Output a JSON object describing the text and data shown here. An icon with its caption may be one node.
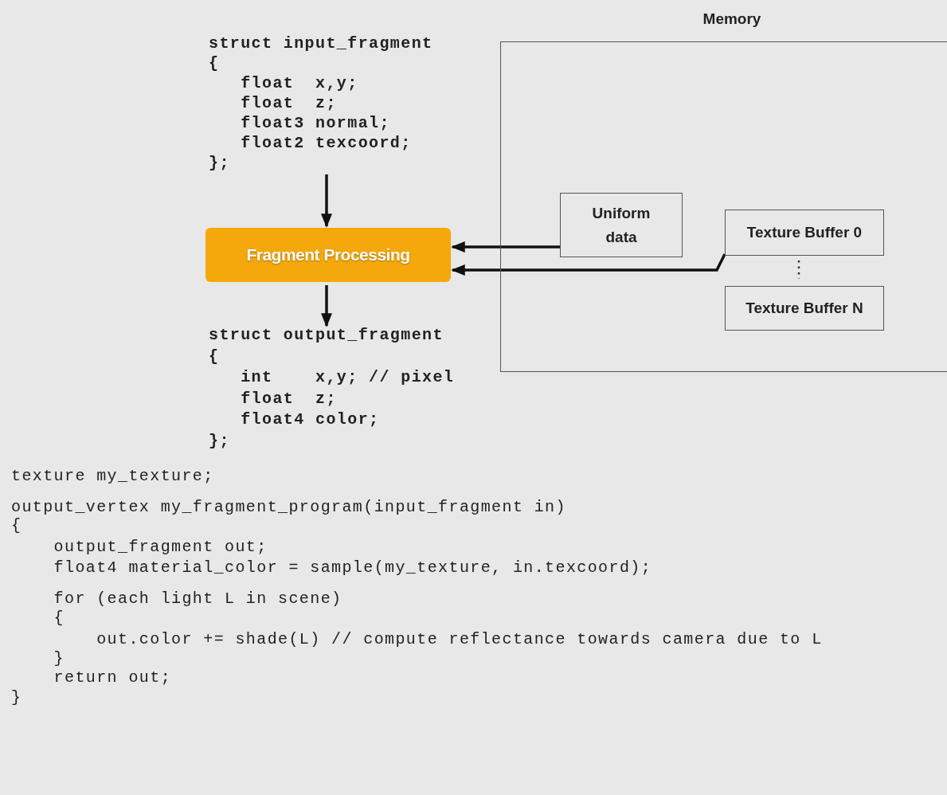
{
  "diagram": {
    "nodes": [
      {
        "text": [
          "struct input_fragment",
          "{",
          "   float  x,y;",
          "   float  z;",
          "   float3 normal;",
          "   float2 texcoord;",
          "};"
        ]
      },
      {
        "text": [
          "Fragment Processing"
        ]
      },
      {
        "text": [
          "struct output_fragment",
          "{",
          "   int    x,y; // pixel",
          "   float  z;",
          "   float4 color;",
          "};"
        ]
      },
      {
        "text": [
          "Memory"
        ]
      },
      {
        "text": [
          "Uniform data"
        ],
        "in": 3
      },
      {
        "text": [
          "Texture Buffer 0"
        ],
        "in": 3
      },
      {
        "text": [
          "Texture Buffer N"
        ],
        "in": 3
      }
    ],
    "edges": [
      {
        "from": 0,
        "to": 1,
        "arrow": "to"
      },
      {
        "from": 1,
        "to": 2,
        "arrow": "to"
      },
      {
        "from": 4,
        "to": 1,
        "arrow": "to"
      },
      {
        "from": 5,
        "to": 1,
        "arrow": "to"
      }
    ],
    "labels": [
      "texture my_texture;",
      "output_vertex my_fragment_program(input_fragment in)",
      "{",
      "    output_fragment out;",
      "    float4 material_color = sample(my_texture, in.texcoord);",
      "    for (each light L in scene)",
      "    {",
      "        out.color += shade(L) // compute reflectance towards camera due to L",
      "    }",
      "    return out;",
      "}"
    ]
  }
}
